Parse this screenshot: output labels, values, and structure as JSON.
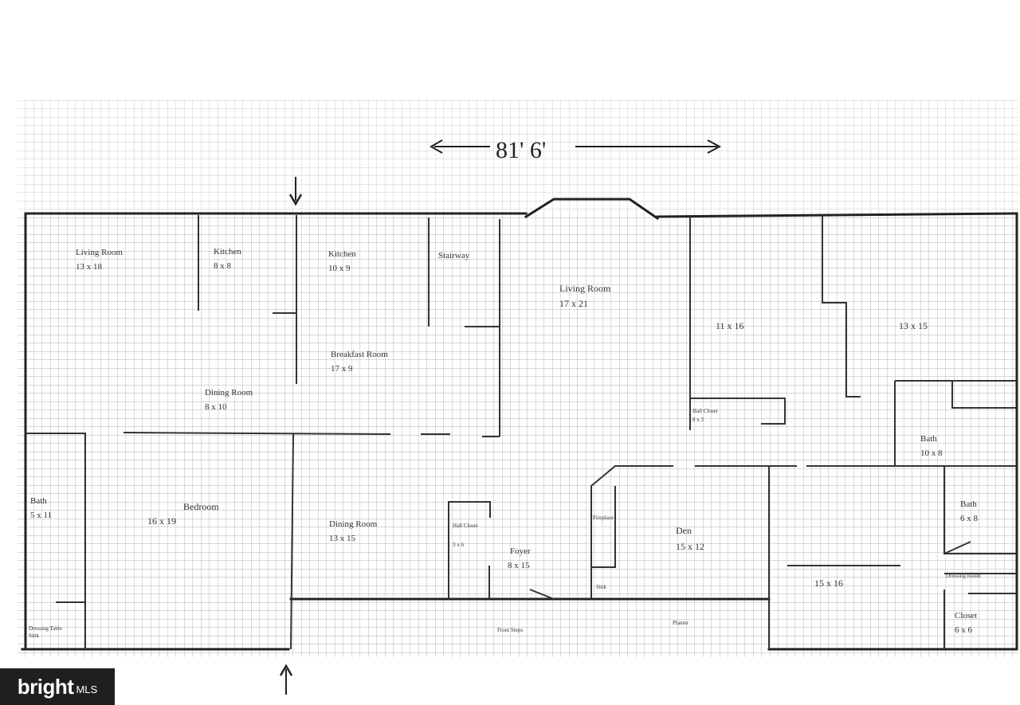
{
  "overall_dimension": "81' 6'",
  "rooms": {
    "living_room_left": {
      "name": "Living Room",
      "size": "13 x 18"
    },
    "kitchen_small": {
      "name": "Kitchen",
      "size": "8 x 8"
    },
    "kitchen": {
      "name": "Kitchen",
      "size": "10 x 9"
    },
    "stairway": {
      "name": "Stairway"
    },
    "living_room_main": {
      "name": "Living Room",
      "size": "17 x 21"
    },
    "room_11x16": {
      "size": "11 x 16"
    },
    "room_13x15": {
      "size": "13 x 15"
    },
    "breakfast_room": {
      "name": "Breakfast Room",
      "size": "17 x 9"
    },
    "dining_room_upper": {
      "name": "Dining Room",
      "size": "8 x 10"
    },
    "hall_closet_right": {
      "name": "Hall Closet",
      "size": "8 x 3"
    },
    "bath_10x8": {
      "name": "Bath",
      "size": "10 x 8"
    },
    "bath_left": {
      "name": "Bath",
      "size": "5 x 11"
    },
    "bedroom": {
      "name": "Bedroom",
      "size": "16 x 19"
    },
    "dining_room_lower": {
      "name": "Dining Room",
      "size": "13 x 15"
    },
    "hall_closet": {
      "name": "Hall Closet",
      "size": "3 x 6"
    },
    "fireplace": {
      "name": "Fireplace"
    },
    "den": {
      "name": "Den",
      "size": "15 x 12"
    },
    "foyer": {
      "name": "Foyer",
      "size": "8 x 15"
    },
    "bath_6x8": {
      "name": "Bath",
      "size": "6 x 8"
    },
    "room_15x16": {
      "size": "15 x 16"
    },
    "closet": {
      "name": "Closet",
      "size": "6 x 6"
    },
    "dressing_room": {
      "name": "Dressing Room"
    },
    "dressing_table": {
      "name": "Dressing Table",
      "extra": "Sink"
    },
    "sink": {
      "name": "Sink"
    },
    "front_steps": {
      "name": "Front Steps"
    },
    "planter": {
      "name": "Planter"
    }
  },
  "watermark": {
    "brand": "bright",
    "suffix": "MLS"
  }
}
